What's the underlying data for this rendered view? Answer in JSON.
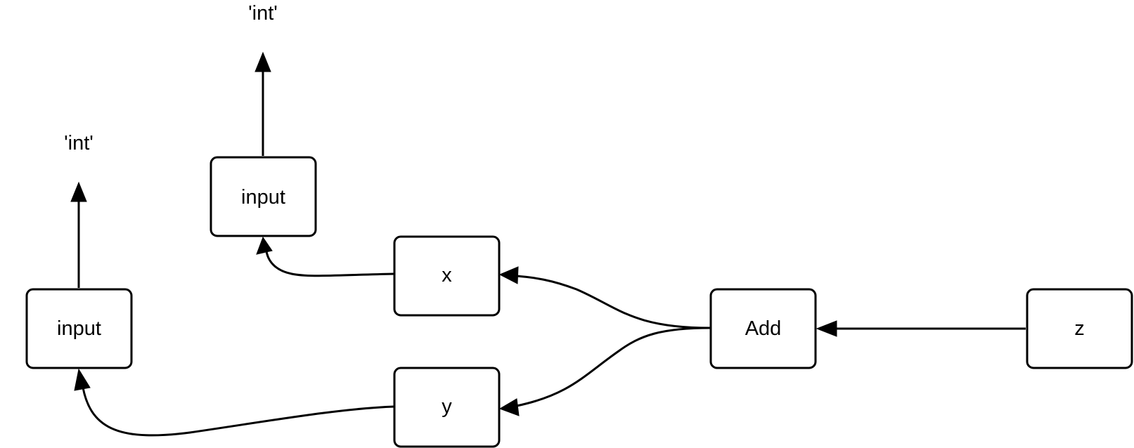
{
  "diagram": {
    "nodes": {
      "input_top": "input",
      "input_left": "input",
      "x": "x",
      "y": "y",
      "add": "Add",
      "z": "z"
    },
    "type_labels": {
      "top": "'int'",
      "left": "'int'"
    },
    "colors": {
      "stroke": "#000000",
      "fill": "#ffffff",
      "background": "#ffffff"
    }
  }
}
